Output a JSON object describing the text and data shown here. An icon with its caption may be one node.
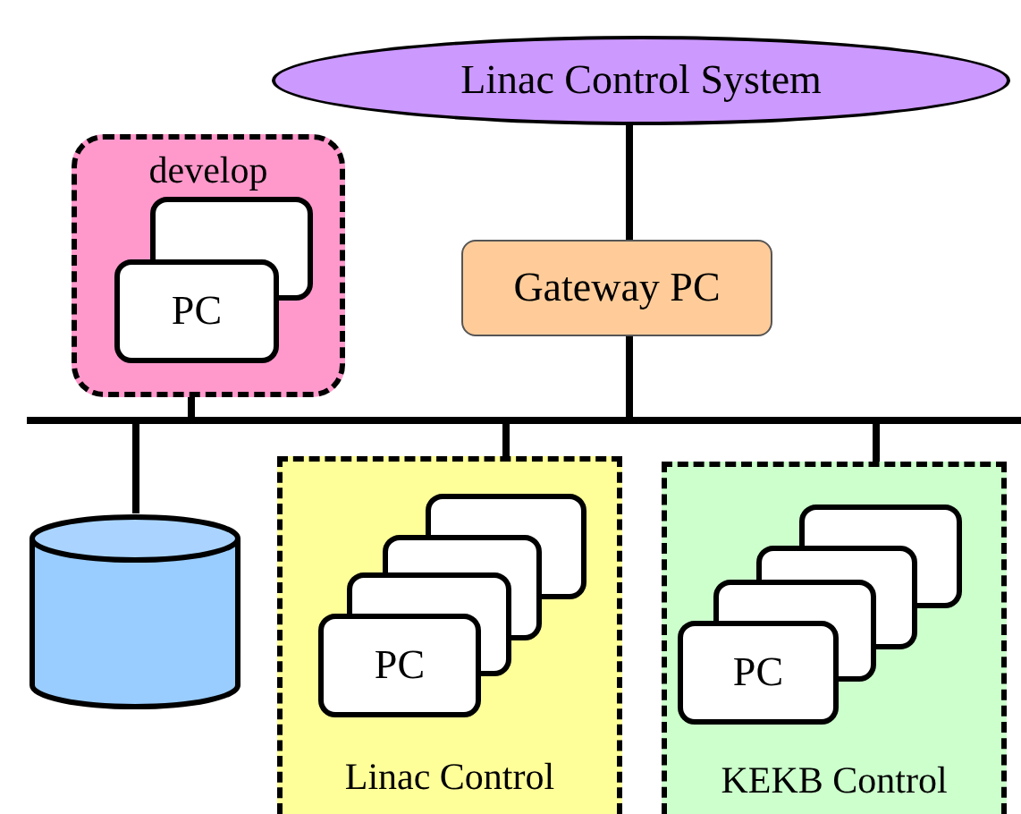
{
  "diagram": {
    "nodes": [
      {
        "text": [
          "Linac Control System"
        ]
      },
      {
        "text": [
          "Gateway PC"
        ]
      },
      {
        "text": [],
        "shape": "bar"
      },
      {
        "text": [
          "develop"
        ]
      },
      {
        "text": [
          "PC"
        ],
        "in": 3
      },
      {
        "text": [],
        "shape": "cylinder"
      },
      {
        "text": [
          "Linac Control"
        ]
      },
      {
        "text": [
          "PC"
        ],
        "in": 6
      },
      {
        "text": [
          "KEKB Control"
        ]
      },
      {
        "text": [
          "PC"
        ],
        "in": 8
      }
    ],
    "edges": [
      {
        "from": 0,
        "to": 1,
        "arrow": "none"
      },
      {
        "from": 1,
        "to": 2,
        "arrow": "none"
      },
      {
        "from": 4,
        "to": 2,
        "arrow": "none"
      },
      {
        "from": 2,
        "to": 5,
        "arrow": "none"
      },
      {
        "from": 2,
        "to": 7,
        "arrow": "none"
      },
      {
        "from": 2,
        "to": 9,
        "arrow": "none"
      }
    ]
  }
}
